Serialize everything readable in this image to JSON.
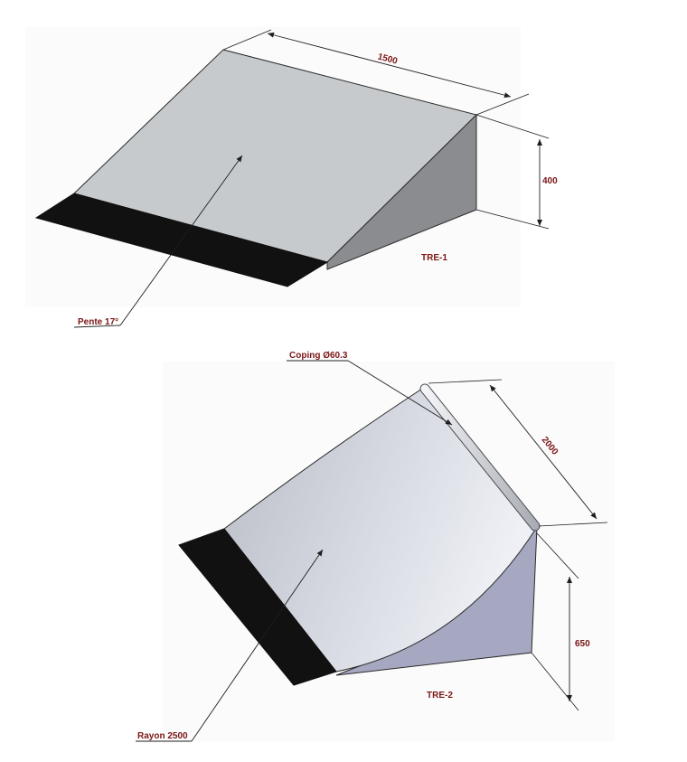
{
  "colors": {
    "dimension_text": "#7a1515",
    "callout_text": "#7a1515",
    "label_text": "#7a1515",
    "ramp1_top": "#c7cacc",
    "ramp1_side": "#8a8c8f",
    "base_plate": "#111111",
    "ramp2_curve_light": "#e8ebf2",
    "ramp2_curve_dark": "#b9bcc4",
    "ramp2_side": "#a6a8c1",
    "coping": "#d9dbe0",
    "line": "#1e1e1e"
  },
  "ramp1": {
    "name": "TRE-1",
    "dim_length": "1500",
    "dim_height": "400",
    "callout": "Pente 17°"
  },
  "ramp2": {
    "name": "TRE-2",
    "dim_length": "2000",
    "dim_height": "650",
    "callout_coping": "Coping Ø60.3",
    "callout_radius": "Rayon 2500"
  }
}
